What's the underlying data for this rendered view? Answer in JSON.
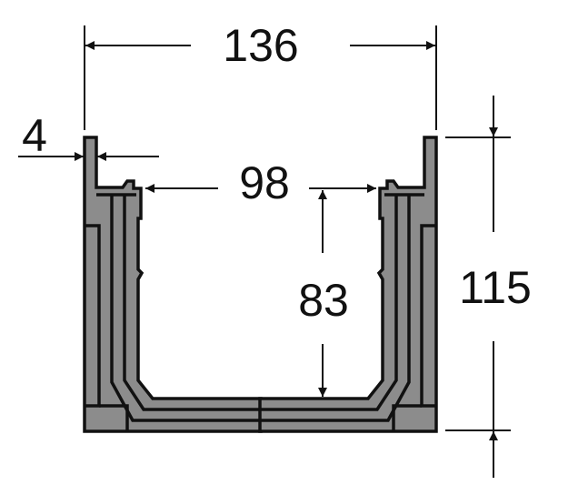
{
  "dimensions": {
    "overall_width": "136",
    "wall_thickness": "4",
    "inner_width": "98",
    "inner_depth": "83",
    "overall_height": "115"
  },
  "colors": {
    "channel_fill": "#8c8c8c",
    "outline": "#111111"
  }
}
